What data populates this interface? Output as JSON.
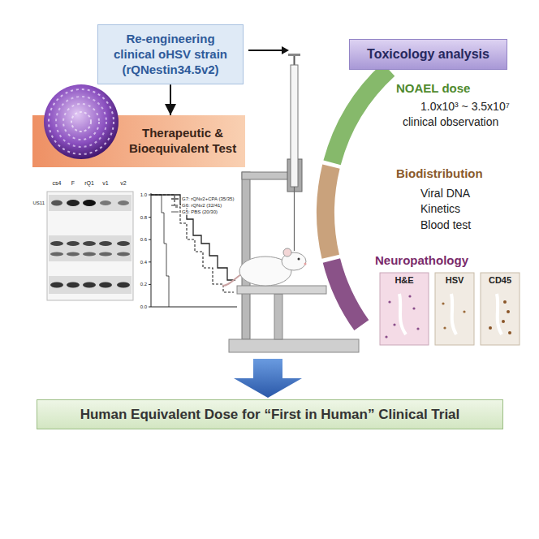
{
  "diagram": {
    "nodes": [
      {
        "text": [
          "Re-engineering clinical oHSV strain (rQNestin34.5v2)"
        ]
      },
      {
        "text": [
          "Therapeutic & Bioequivalent Test"
        ]
      },
      {
        "text": [
          "Toxicology analysis"
        ]
      },
      {
        "text": [
          "NOAEL dose",
          "1.0x10³ ~ 3.5x10⁷",
          "clinical observation"
        ]
      },
      {
        "text": [
          "Biodistribution",
          "Viral DNA",
          "Kinetics",
          "Blood test"
        ]
      },
      {
        "text": [
          "Neuropathology"
        ]
      },
      {
        "text": [
          "Human Equivalent Dose for “First in Human” Clinical Trial"
        ]
      }
    ],
    "edges": [
      {
        "from": 0,
        "to": 1,
        "arrow": "to"
      }
    ],
    "labels": [
      "cs4",
      "F",
      "rQ1",
      "v1",
      "v2",
      "US11",
      "1.0",
      "0.8",
      "0.6",
      "0.4",
      "0.2",
      "0.0",
      "G7: rQNv2+CPA (35/35)",
      "G6: rQNv2 (32/41)",
      "G5: PBS (20/30)",
      "H&E",
      "HSV",
      "CD45"
    ]
  }
}
